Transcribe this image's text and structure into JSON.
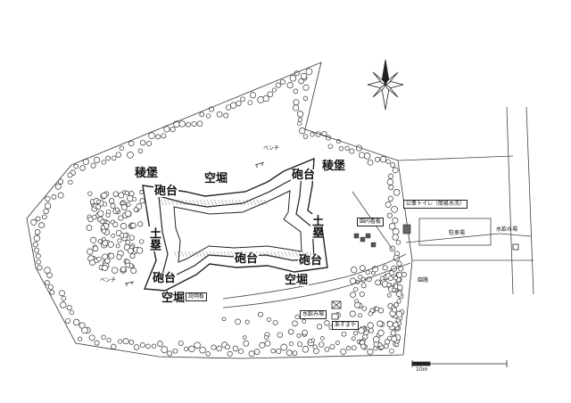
{
  "labels": {
    "ryoho_left": "稜堡",
    "ryoho_right": "稜堡",
    "karabori_top": "空堀",
    "karabori_bottom_left": "空堀",
    "karabori_bottom_right": "空堀",
    "hodai_top_left": "砲台",
    "hodai_top_right": "砲台",
    "hodai_right": "砲台",
    "hodai_center": "砲台",
    "hodai_bottom_left": "砲台",
    "dorui_left": "土塁",
    "dorui_right": "土塁",
    "bench_top": "ベンチ",
    "bench_left": "ベンチ",
    "annai_board": "園内看板",
    "setsumei_board": "説明板",
    "toilet": "公衆トイレ（簡易水洗）",
    "parking": "駐車場",
    "water_right": "水飲み場",
    "water_bottom": "水飲み場",
    "azumaya": "あずまや",
    "path": "園路",
    "scale": "10m"
  }
}
